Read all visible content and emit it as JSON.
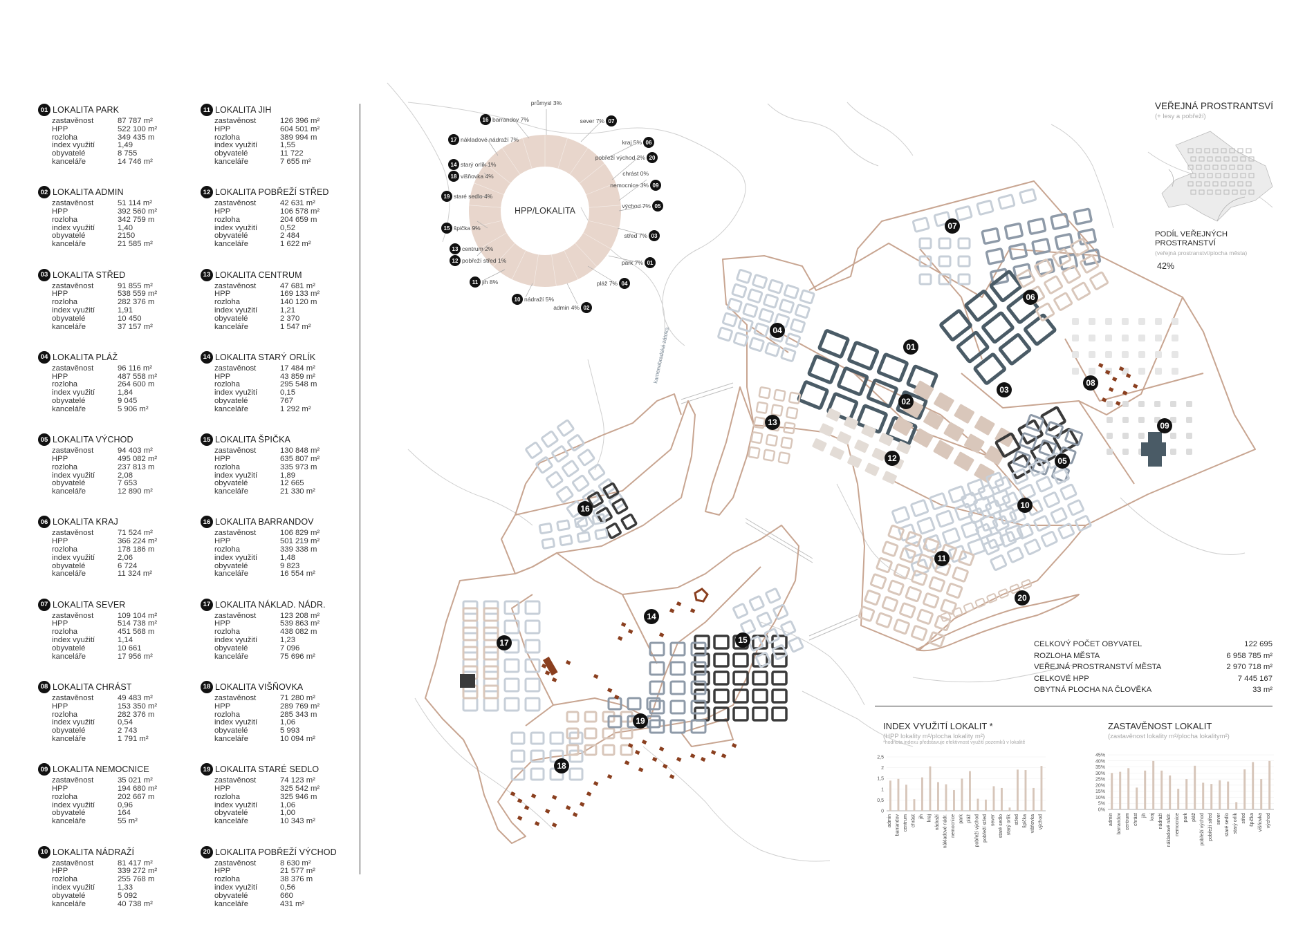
{
  "stat_labels": [
    "zastavěnost",
    "HPP",
    "rozloha",
    "index využití",
    "obyvatelé",
    "kanceláře"
  ],
  "locations": [
    {
      "num": "01",
      "name": "LOKALITA PARK",
      "values": [
        "87 787 m²",
        "522 100 m²",
        "349 435 m",
        "1,49",
        "8 755",
        "14 746 m²"
      ]
    },
    {
      "num": "02",
      "name": "LOKALITA ADMIN",
      "values": [
        "51 114 m²",
        "392 560 m²",
        "342 759 m",
        "1,40",
        "2150",
        "21 585 m²"
      ]
    },
    {
      "num": "03",
      "name": "LOKALITA STŘED",
      "values": [
        "91 855 m²",
        "538 559 m²",
        "282 376 m",
        "1,91",
        "10 450",
        "37 157 m²"
      ]
    },
    {
      "num": "04",
      "name": "LOKALITA PLÁŽ",
      "values": [
        "96 116 m²",
        "487 558 m²",
        "264 600 m",
        "1,84",
        "9 045",
        "5 906 m²"
      ]
    },
    {
      "num": "05",
      "name": "LOKALITA VÝCHOD",
      "values": [
        "94 403 m²",
        "495 082 m²",
        "237 813 m",
        "2,08",
        "7 653",
        "12 890 m²"
      ]
    },
    {
      "num": "06",
      "name": "LOKALITA KRAJ",
      "values": [
        "71 524 m²",
        "366 224 m²",
        "178 186 m",
        "2,06",
        "6 724",
        "11 324 m²"
      ]
    },
    {
      "num": "07",
      "name": "LOKALITA SEVER",
      "values": [
        "109 104 m²",
        "514 738 m²",
        "451 568 m",
        "1,14",
        "10 661",
        "17 956 m²"
      ]
    },
    {
      "num": "08",
      "name": "LOKALITA CHRÁST",
      "values": [
        "49 483 m²",
        "153 350 m²",
        "282 376 m",
        "0,54",
        "2 743",
        "1 791 m²"
      ]
    },
    {
      "num": "09",
      "name": "LOKALITA NEMOCNICE",
      "values": [
        "35 021 m²",
        "194 680 m²",
        "202 667 m",
        "0,96",
        "164",
        "55 m²"
      ]
    },
    {
      "num": "10",
      "name": "LOKALITA NÁDRAŽÍ",
      "values": [
        "81 417 m²",
        "339 272 m²",
        "255 768 m",
        "1,33",
        "5 092",
        "40 738 m²"
      ]
    },
    {
      "num": "11",
      "name": "LOKALITA JIH",
      "values": [
        "126 396 m²",
        "604 501 m²",
        "389 994 m",
        "1,55",
        "11 722",
        "7 655 m²"
      ]
    },
    {
      "num": "12",
      "name": "LOKALITA POBŘEŽÍ STŘED",
      "values": [
        "42 631 m²",
        "106 578 m²",
        "204 659 m",
        "0,52",
        "2 484",
        "1 622 m²"
      ]
    },
    {
      "num": "13",
      "name": "LOKALITA CENTRUM",
      "values": [
        "47 681 m²",
        "169 133 m²",
        "140 120 m",
        "1,21",
        "2 370",
        "1 547 m²"
      ]
    },
    {
      "num": "14",
      "name": "LOKALITA STARÝ ORLÍK",
      "values": [
        "17 484 m²",
        "43 859 m²",
        "295 548 m",
        "0,15",
        "767",
        "1 292 m²"
      ]
    },
    {
      "num": "15",
      "name": "LOKALITA ŠPIČKA",
      "values": [
        "130 848 m²",
        "635 807 m²",
        "335 973 m",
        "1,89",
        "12 665",
        "21 330 m²"
      ]
    },
    {
      "num": "16",
      "name": "LOKALITA BARRANDOV",
      "values": [
        "106 829 m²",
        "501 219 m²",
        "339 338 m",
        "1,48",
        "9 823",
        "16 554 m²"
      ]
    },
    {
      "num": "17",
      "name": "LOKALITA NÁKLAD. NÁDR.",
      "values": [
        "123 208 m²",
        "539 863 m²",
        "438 082 m",
        "1,23",
        "7 096",
        "75 696 m²"
      ]
    },
    {
      "num": "18",
      "name": "LOKALITA VIŠŇOVKA",
      "values": [
        "71 280 m²",
        "289 769 m²",
        "285 343 m",
        "1,06",
        "5 993",
        "10 094 m²"
      ]
    },
    {
      "num": "19",
      "name": "LOKALITA STARÉ SEDLO",
      "values": [
        "74 123 m²",
        "325 542 m²",
        "325 946 m",
        "1,06",
        "1,00",
        "10 343 m²"
      ]
    },
    {
      "num": "20",
      "name": "LOKALITA POBŘEŽÍ VÝCHOD",
      "values": [
        "8 630 m²",
        "21 577 m²",
        "38 376 m",
        "0,56",
        "660",
        "431 m²"
      ]
    }
  ],
  "donut": {
    "center_label": "HPP/LOKALITA",
    "segments": [
      {
        "label": "průmysl 3%",
        "num": ""
      },
      {
        "label": "sever 7%",
        "num": "07"
      },
      {
        "label": "kraj 5%",
        "num": "06"
      },
      {
        "label": "pobřeží východ 2%",
        "num": "20"
      },
      {
        "label": "chrást 0%",
        "num": ""
      },
      {
        "label": "nemocnice 3%",
        "num": "09"
      },
      {
        "label": "východ 7%",
        "num": "05"
      },
      {
        "label": "střed 7%",
        "num": "03"
      },
      {
        "label": "park 7%",
        "num": "01"
      },
      {
        "label": "pláž 7%",
        "num": "04"
      },
      {
        "label": "admin 4%",
        "num": "02"
      },
      {
        "label": "nádraží 5%",
        "num": "10"
      },
      {
        "label": "jih 8%",
        "num": "11"
      },
      {
        "label": "pobřeží střed 1%",
        "num": "12"
      },
      {
        "label": "centrum 2%",
        "num": "13"
      },
      {
        "label": "špička 9%",
        "num": "15"
      },
      {
        "label": "staré sedlo 4%",
        "num": "19"
      },
      {
        "label": "višňovka 4%",
        "num": "18"
      },
      {
        "label": "starý orlík 1%",
        "num": "14"
      },
      {
        "label": "nákladové nádraží 7%",
        "num": "17"
      },
      {
        "label": "barrandov 7%",
        "num": "16"
      }
    ]
  },
  "public_space": {
    "title": "VEŘEJNÁ PROSTRANTSVÍ",
    "subtitle": "(+ lesy a pobřeží)",
    "share_title_1": "PODÍL VEŘEJNÝCH",
    "share_title_2": "PROSTRANSTVÍ",
    "share_sub": "(veřejná prostranství/plocha města)",
    "share_value": "42%"
  },
  "river_label": "kamenobradská zátoka",
  "summary": [
    {
      "label": "CELKOVÝ POČET OBYVATEL",
      "value": "122 695"
    },
    {
      "label": "ROZLOHA MĚSTA",
      "value": "6 958 785 m²"
    },
    {
      "label": "VEŘEJNÁ PROSTRANSTVÍ MĚSTA",
      "value": "2 970 718 m²"
    },
    {
      "label": "CELKOVÉ HPP",
      "value": "7 445 167"
    },
    {
      "label": "OBYTNÁ PLOCHA NA ČLOVĚKA",
      "value": "33 m²"
    }
  ],
  "chart_data": [
    {
      "type": "bar",
      "title": "INDEX VYUŽITÍ LOKALIT *",
      "subtitle": "(HPP lokality m²/plocha lokality m²)",
      "note": "*hodnota indexu představuje efektivnost využití pozemků v lokalitě",
      "categories": [
        "admin",
        "barrandov",
        "centrum",
        "chrást",
        "jih",
        "kraj",
        "nádraží",
        "nákladové nádr.",
        "nemocnice",
        "park",
        "pláž",
        "pobřeží východ",
        "pobřeží střed",
        "sever",
        "staré sedlo",
        "starý orlík",
        "střed",
        "špička",
        "višňovka",
        "východ"
      ],
      "values": [
        1.4,
        1.48,
        1.21,
        0.54,
        1.55,
        2.06,
        1.33,
        1.23,
        0.96,
        1.49,
        1.84,
        0.56,
        0.52,
        1.14,
        1.06,
        0.15,
        1.91,
        1.89,
        1.06,
        2.08
      ],
      "yticks": [
        "0",
        "0,5",
        "1",
        "1,5",
        "2",
        "2,5"
      ],
      "ylim": [
        0,
        2.5
      ]
    },
    {
      "type": "bar",
      "title": "ZASTAVĚNOST LOKALIT",
      "subtitle": "(zastavěnost lokality m²/plocha lokalitym²)",
      "categories": [
        "admin",
        "barrandov",
        "centrum",
        "chrást",
        "jih",
        "kraj",
        "nádraží",
        "nákladové nádr.",
        "nemocnice",
        "park",
        "pláž",
        "pobřeží východ",
        "pobřeží střed",
        "sever",
        "staré sedlo",
        "starý orlík",
        "střed",
        "špička",
        "višňovka",
        "východ"
      ],
      "values": [
        30,
        31,
        34,
        18,
        32,
        40,
        32,
        28,
        17,
        25,
        36,
        22,
        21,
        24,
        23,
        6,
        33,
        39,
        25,
        40
      ],
      "yticks": [
        "0%",
        "5%",
        "10%",
        "15%",
        "20%",
        "25%",
        "30%",
        "35%",
        "40%",
        "45%"
      ],
      "ylim": [
        0,
        45
      ]
    }
  ],
  "map_labels": [
    "01",
    "02",
    "03",
    "04",
    "05",
    "06",
    "07",
    "08",
    "09",
    "10",
    "11",
    "12",
    "13",
    "14",
    "15",
    "16",
    "17",
    "18",
    "19",
    "20"
  ],
  "colors": {
    "outline": "#c8a591",
    "beige": "#d9c7bb",
    "light_blue": "#c7cfd8",
    "mid_blue": "#8e9aa8",
    "dark_slate": "#4a5b66",
    "dark": "#3a3a3a",
    "brown": "#8a3f1f",
    "donut": "#e8d6cc",
    "water": "#cfd6de"
  }
}
